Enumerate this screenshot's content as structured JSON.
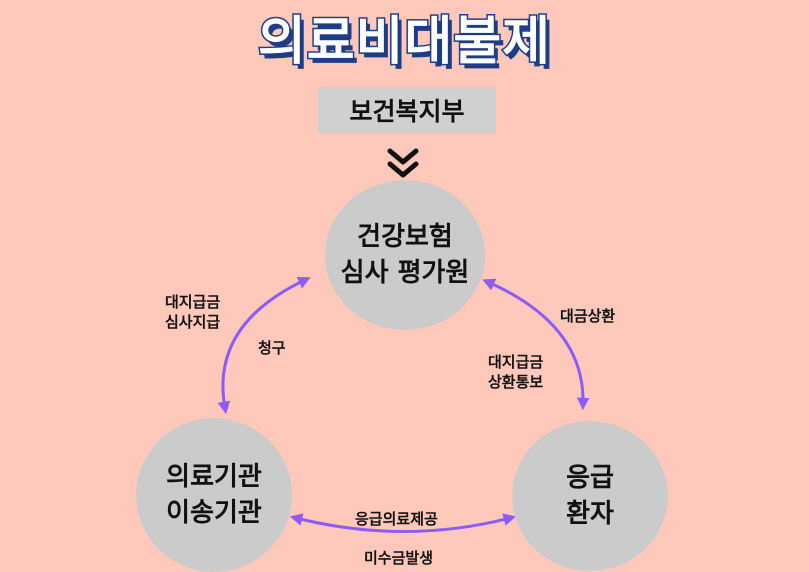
{
  "title": "의료비대불제",
  "subtitle": "보건복지부",
  "nodes": {
    "top": {
      "line1": "건강보험",
      "line2": "심사 평가원"
    },
    "left": {
      "line1": "의료기관",
      "line2": "이송기관"
    },
    "right": {
      "line1": "응급",
      "line2": "환자"
    }
  },
  "edges": {
    "top_left": {
      "outer_line1": "대지급금",
      "outer_line2": "심사지급",
      "inner": "청구"
    },
    "top_right": {
      "outer": "대금상환",
      "inner_line1": "대지급금",
      "inner_line2": "상환통보"
    },
    "bottom": {
      "upper": "응급의료제공",
      "lower": "미수금발생"
    }
  },
  "icons": {
    "down_chevron": "double-chevron-down-icon"
  },
  "colors": {
    "background": "#fec8bb",
    "node": "#cbcbcb",
    "arrow": "#8b5cf6",
    "title_outline": "#1f3c86",
    "subtitle_box": "#d0d0d0"
  }
}
